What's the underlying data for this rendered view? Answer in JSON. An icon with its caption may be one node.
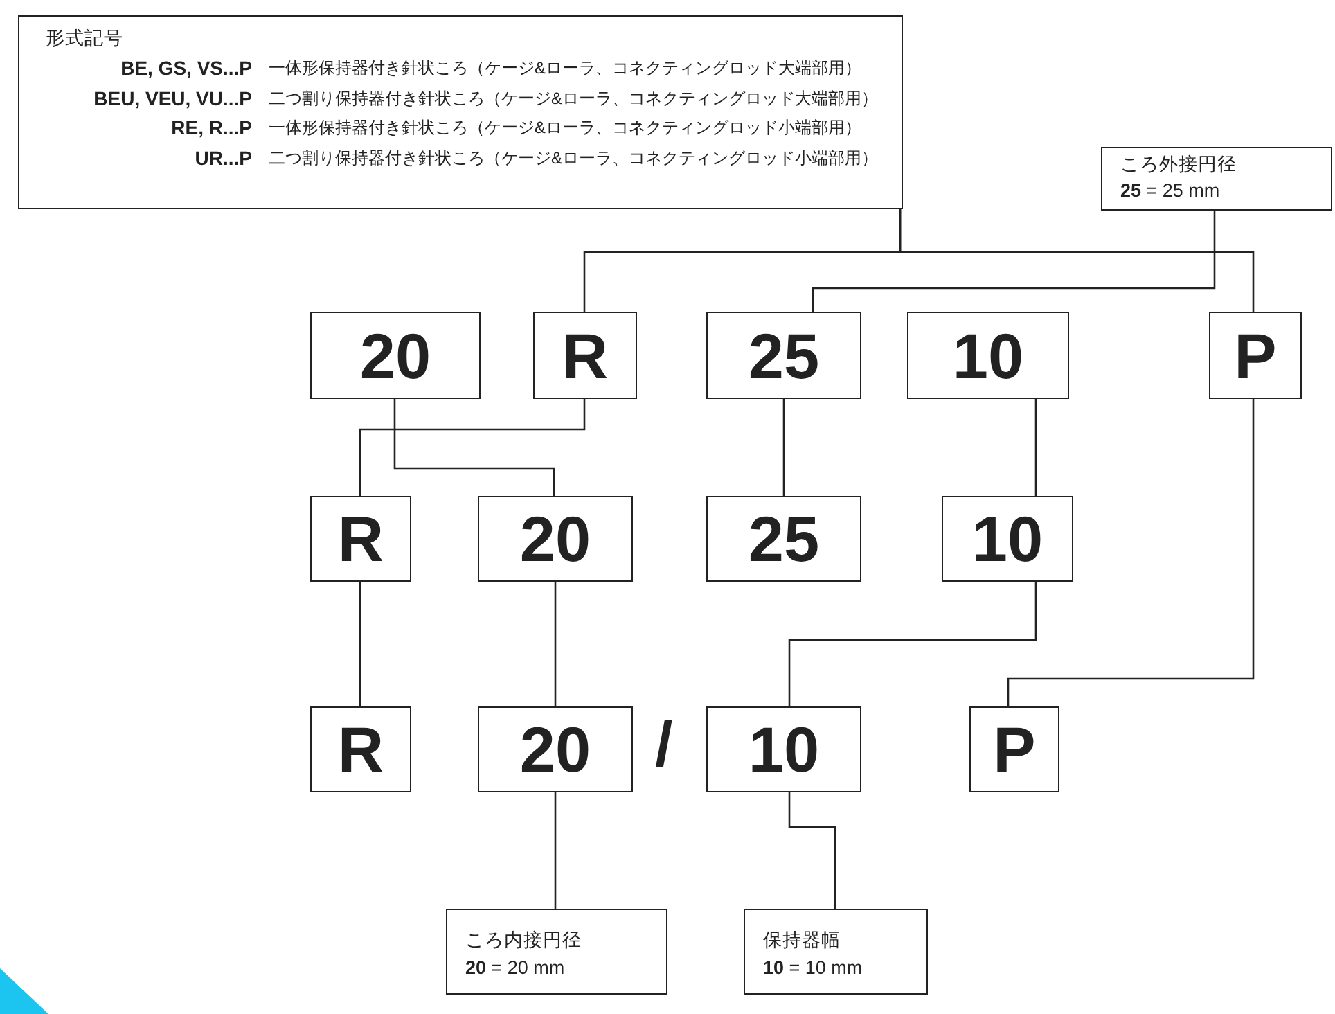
{
  "diagram": {
    "nodes": [
      {
        "text": [
          "形式記号",
          "BE, GS, VS...P",
          "一体形保持器付き針状ころ（ケージ&ローラ、コネクティングロッド大端部用）",
          "BEU, VEU, VU...P",
          "二つ割り保持器付き針状ころ（ケージ&ローラ、コネクティングロッド大端部用）",
          "RE, R...P",
          "一体形保持器付き針状ころ（ケージ&ローラ、コネクティングロッド小端部用）",
          "UR...P",
          "二つ割り保持器付き針状ころ（ケージ&ローラ、コネクティングロッド小端部用）"
        ]
      },
      {
        "text": [
          "ころ外接円径",
          "**25** = 25 mm"
        ]
      },
      {
        "text": [
          "20"
        ]
      },
      {
        "text": [
          "R"
        ]
      },
      {
        "text": [
          "25"
        ]
      },
      {
        "text": [
          "10"
        ]
      },
      {
        "text": [
          "P"
        ]
      },
      {
        "text": [
          "R"
        ]
      },
      {
        "text": [
          "20"
        ]
      },
      {
        "text": [
          "25"
        ]
      },
      {
        "text": [
          "10"
        ]
      },
      {
        "text": [
          "R"
        ]
      },
      {
        "text": [
          "20"
        ]
      },
      {
        "text": [
          "10"
        ]
      },
      {
        "text": [
          "P"
        ]
      },
      {
        "text": [
          "ころ内接円径",
          "**20** = 20 mm"
        ]
      },
      {
        "text": [
          "保持器幅",
          "**10** = 10 mm"
        ]
      }
    ],
    "edges": [
      {
        "from": 0,
        "to": 3,
        "arrow": "none"
      },
      {
        "from": 0,
        "to": 6,
        "arrow": "none"
      },
      {
        "from": 1,
        "to": 4,
        "arrow": "none"
      },
      {
        "from": 2,
        "to": 8,
        "arrow": "none"
      },
      {
        "from": 3,
        "to": 7,
        "arrow": "none"
      },
      {
        "from": 4,
        "to": 9,
        "arrow": "none"
      },
      {
        "from": 5,
        "to": 10,
        "arrow": "none"
      },
      {
        "from": 6,
        "to": 14,
        "arrow": "none"
      },
      {
        "from": 7,
        "to": 11,
        "arrow": "none"
      },
      {
        "from": 8,
        "to": 12,
        "arrow": "none"
      },
      {
        "from": 10,
        "to": 13,
        "arrow": "none"
      },
      {
        "from": 12,
        "to": 15,
        "arrow": "none"
      },
      {
        "from": 13,
        "to": 16,
        "arrow": "none"
      }
    ],
    "labels": [
      "/"
    ]
  }
}
